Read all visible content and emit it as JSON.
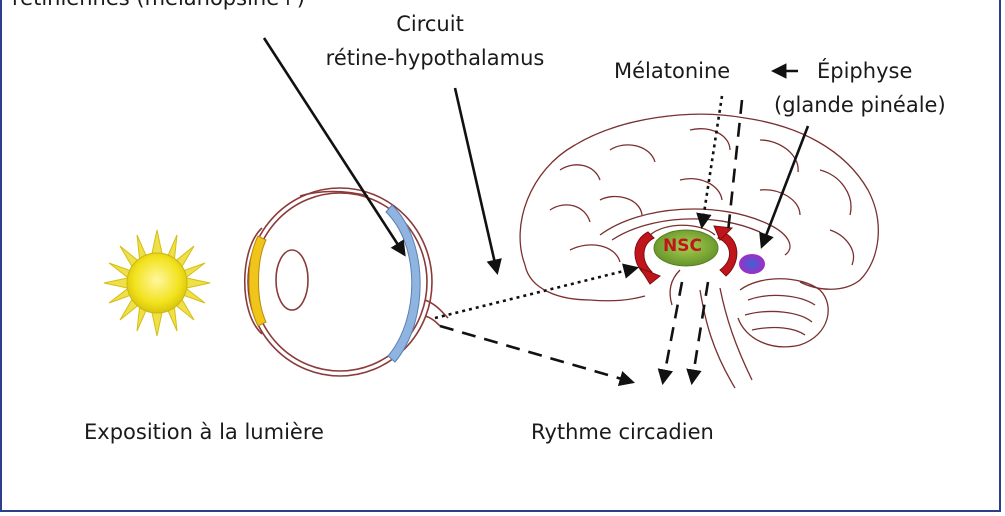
{
  "labels": {
    "top_left_cut": "rétiniennes (mélanopsine+)",
    "circuit_line1": "Circuit",
    "circuit_line2": "rétine-hypothalamus",
    "melatonine": "Mélatonine",
    "epiphyse_line1": "Épiphyse",
    "epiphyse_line2": "(glande pinéale)",
    "nsc": "NSC",
    "exposition": "Exposition à la lumière",
    "rythme": "Rythme circadien"
  },
  "colors": {
    "frame": "#2b3f8c",
    "sun": "#f2e21c",
    "sun_rays": "#e6d41a",
    "eye_outline": "#8b3a3a",
    "retina": "#8fb4e0",
    "lens": "#f0c419",
    "brain_outline": "#7a3030",
    "nsc_fill": "#7aa832",
    "nsc_text": "#c0161b",
    "arrows_red": "#c0161b",
    "pineal": "#8a2fbf"
  },
  "icons": {
    "sun": "sun-icon",
    "eye": "eye-diagram",
    "brain": "brain-diagram"
  }
}
